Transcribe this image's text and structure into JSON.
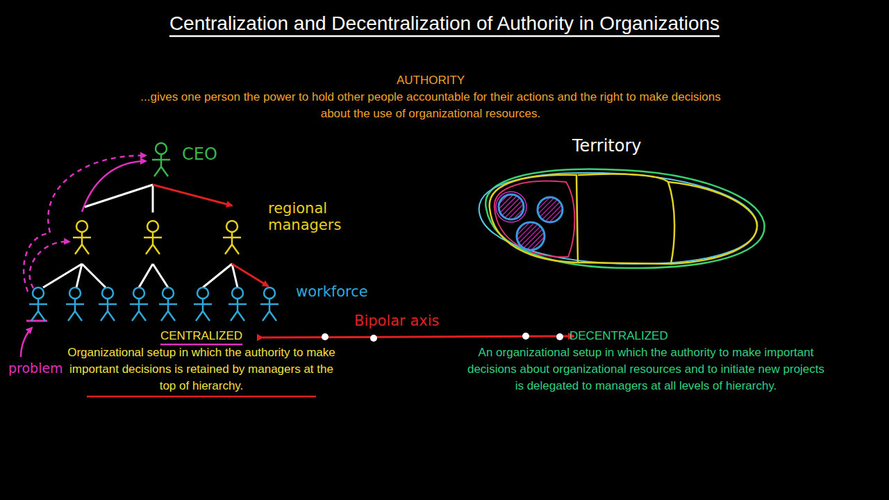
{
  "diagram": {
    "title": "Centralization and Decentralization of Authority in Organizations",
    "labels": [
      "AUTHORITY",
      "...gives one person the power to hold other people accountable for their actions and the right to make decisions about the use of organizational resources.",
      "CEO",
      "regional managers",
      "workforce",
      "problem",
      "Territory",
      "Bipolar axis",
      "CENTRALIZED",
      "Organizational setup in which the authority to make important decisions is retained by managers at the top of hierarchy.",
      "DECENTRALIZED",
      "An organizational setup in which the authority to make important decisions about organizational resources and to initiate new projects is delegated to managers at all levels of hierarchy."
    ]
  }
}
